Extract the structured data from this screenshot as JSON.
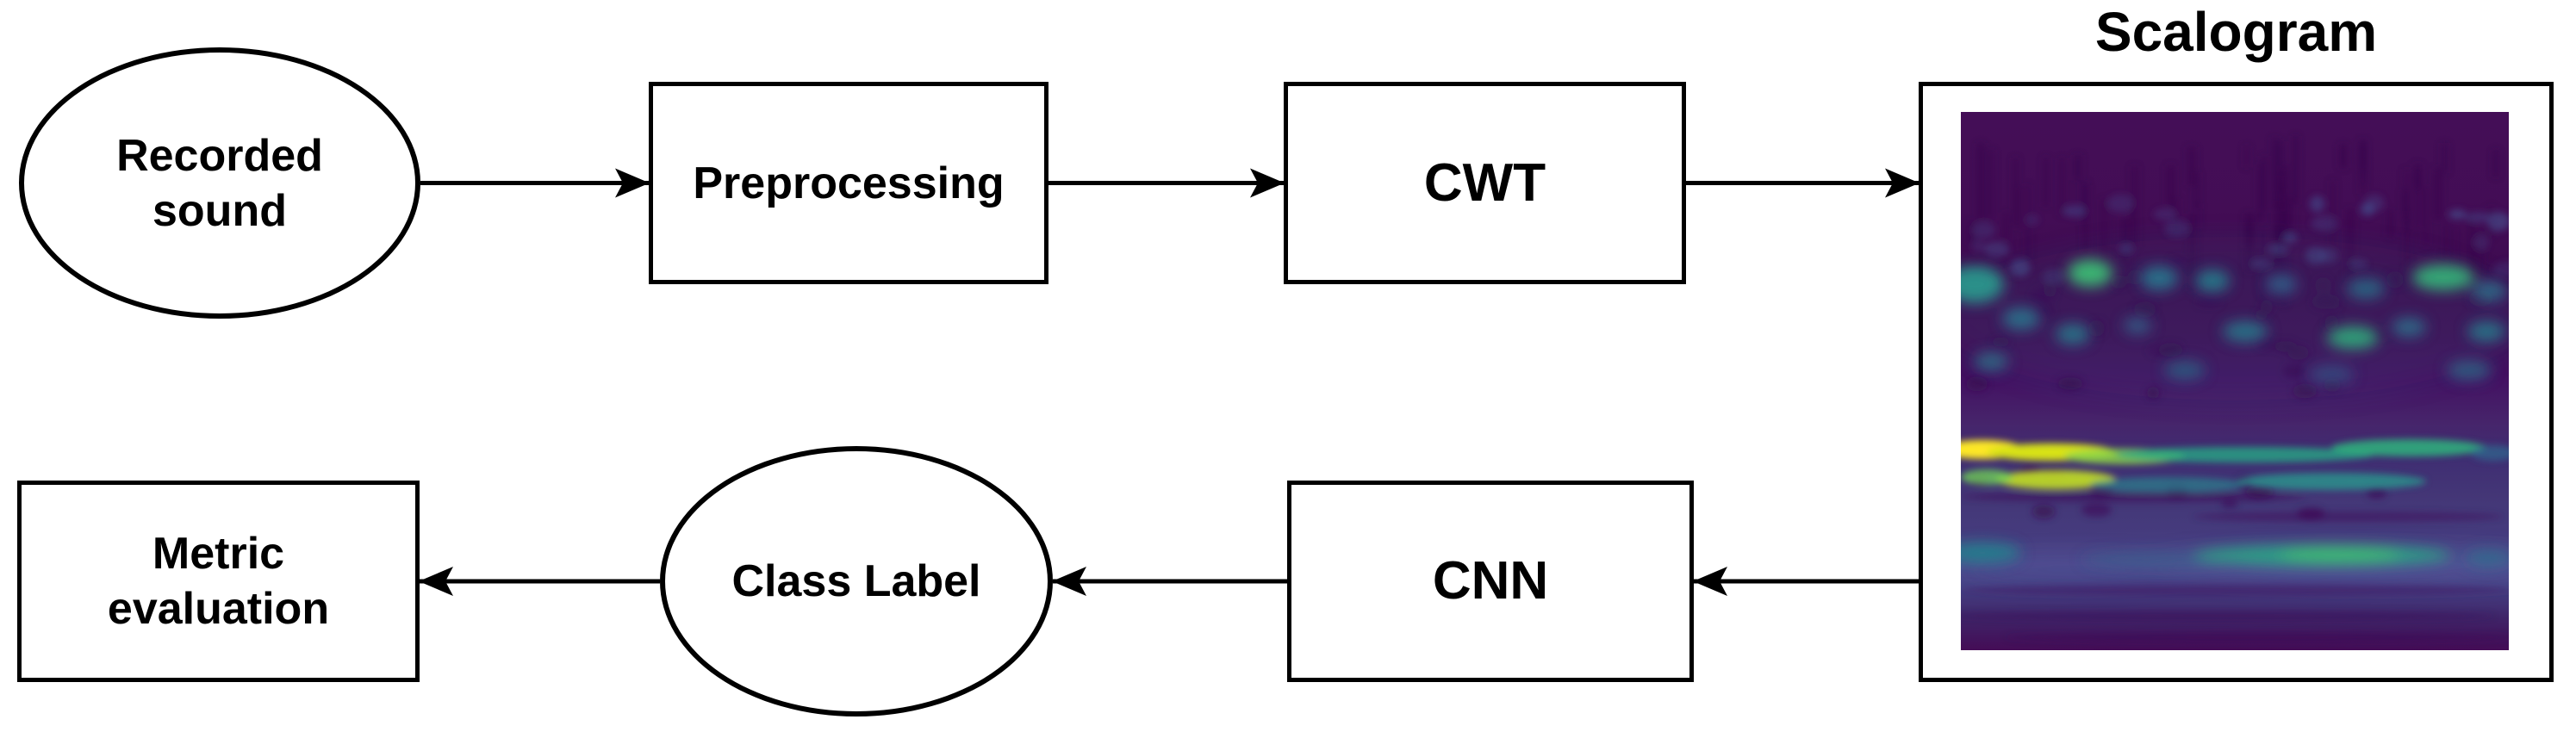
{
  "diagram": {
    "scalogram_title": "Scalogram",
    "nodes": {
      "recorded_sound": {
        "shape": "ellipse",
        "line1": "Recorded",
        "line2": "sound"
      },
      "preprocessing": {
        "shape": "rect",
        "label": "Preprocessing"
      },
      "cwt": {
        "shape": "rect",
        "label": "CWT"
      },
      "scalogram": {
        "shape": "framed-image",
        "label": "Scalogram"
      },
      "cnn": {
        "shape": "rect",
        "label": "CNN"
      },
      "class_label": {
        "shape": "ellipse",
        "label": "Class Label"
      },
      "metric_evaluation": {
        "shape": "rect",
        "line1": "Metric",
        "line2": "evaluation"
      }
    },
    "edges": [
      {
        "from": "Recorded sound",
        "to": "Preprocessing"
      },
      {
        "from": "Preprocessing",
        "to": "CWT"
      },
      {
        "from": "CWT",
        "to": "Scalogram"
      },
      {
        "from": "Scalogram",
        "to": "CNN"
      },
      {
        "from": "CNN",
        "to": "Class Label"
      },
      {
        "from": "Class Label",
        "to": "Metric evaluation"
      }
    ],
    "colors": {
      "stroke": "#000000",
      "background": "#ffffff",
      "scalogram_palette": {
        "background_purple": "#440e57",
        "deep_purple": "#3a0a50",
        "indigo": "#3f3177",
        "light_indigo_band": "#4f4a8e",
        "navy_speck": "#44518f",
        "steel_blue": "#31688e",
        "teal": "#26828e",
        "sea_green": "#2a9d8f",
        "green": "#35b779",
        "light_green": "#6ece58",
        "yellow_green": "#c2df23",
        "yellow": "#fde725"
      }
    }
  }
}
